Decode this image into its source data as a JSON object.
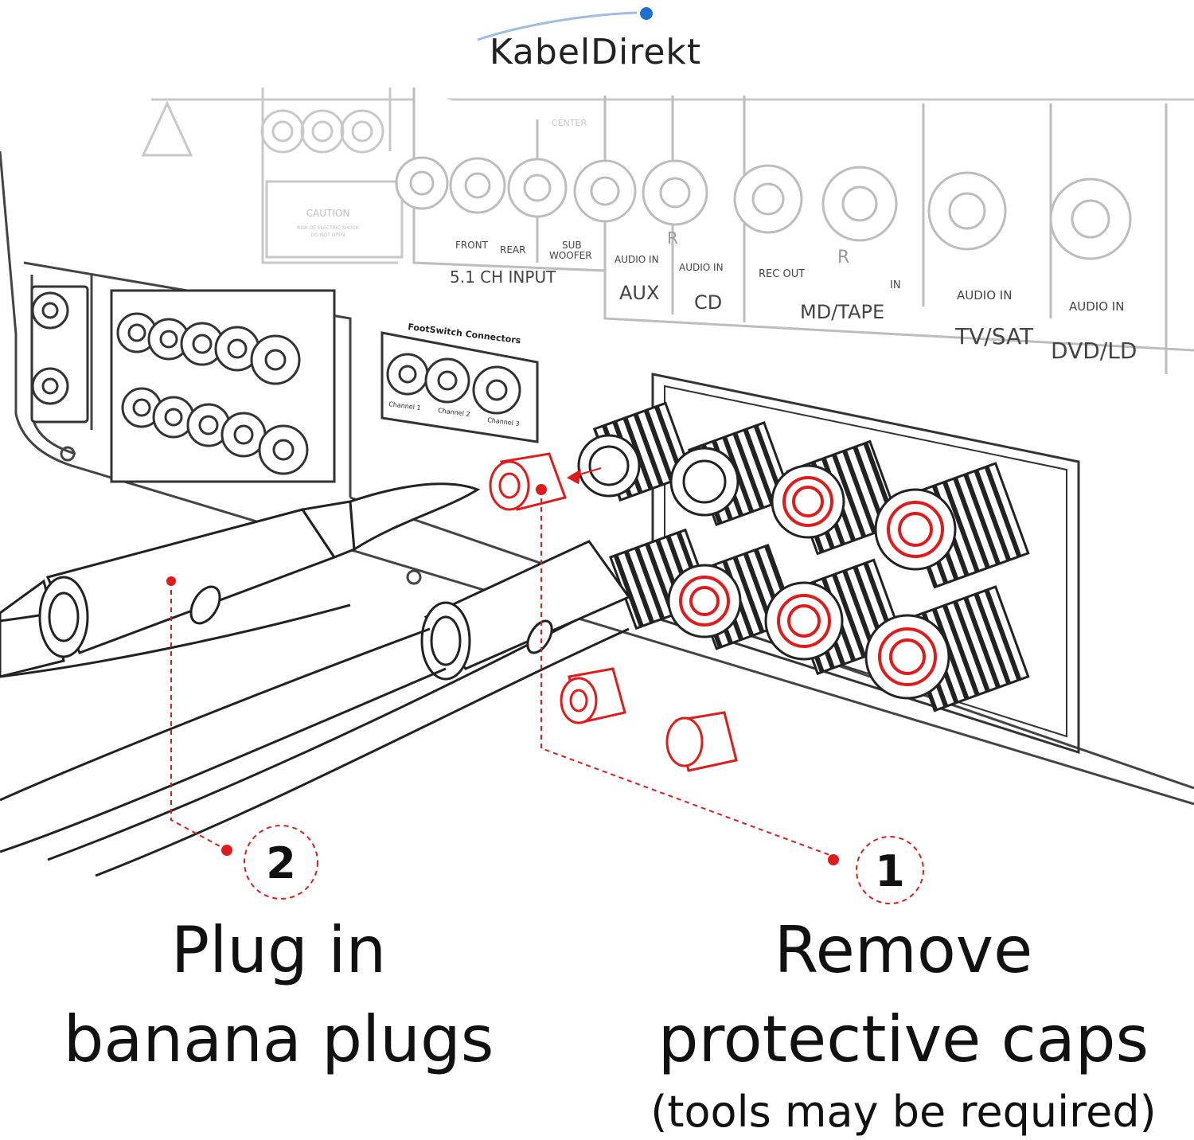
{
  "brand": {
    "name": "KabelDirekt",
    "dot_color": "#1e6fd1"
  },
  "colors": {
    "accent": "#e01b1b",
    "line": "#555555",
    "faint": "#c8c8c8",
    "text": "#111111"
  },
  "panel_labels": {
    "warning_caution": "CAUTION",
    "warning_sub1": "RISK OF ELECTRIC SHOCK",
    "warning_sub2": "DO NOT OPEN",
    "center": "CENTER",
    "front": "FRONT",
    "rear": "REAR",
    "sub_woofer_1": "SUB",
    "sub_woofer_2": "WOOFER",
    "five_one_input": "5.1 CH INPUT",
    "aux_audio_in": "AUDIO IN",
    "aux": "AUX",
    "cd_audio_in": "AUDIO IN",
    "cd": "CD",
    "rec_out": "REC OUT",
    "in": "IN",
    "md_tape": "MD/TAPE",
    "tvsat_audio_in": "AUDIO IN",
    "dvd_audio_in": "AUDIO IN",
    "tv_sat": "TV/SAT",
    "dvd_ld": "DVD/LD",
    "r_mark": "R",
    "footswitch_title": "FootSwitch Connectors",
    "channel_1": "Channel 1",
    "channel_2": "Channel 2",
    "channel_3": "Channel 3"
  },
  "steps": [
    {
      "number": "2",
      "lines": [
        "Plug in",
        "banana plugs"
      ],
      "icon": "banana-plug-icon"
    },
    {
      "number": "1",
      "lines": [
        "Remove",
        "protective caps"
      ],
      "note": "(tools may be required)",
      "icon": "protective-cap-icon"
    }
  ]
}
